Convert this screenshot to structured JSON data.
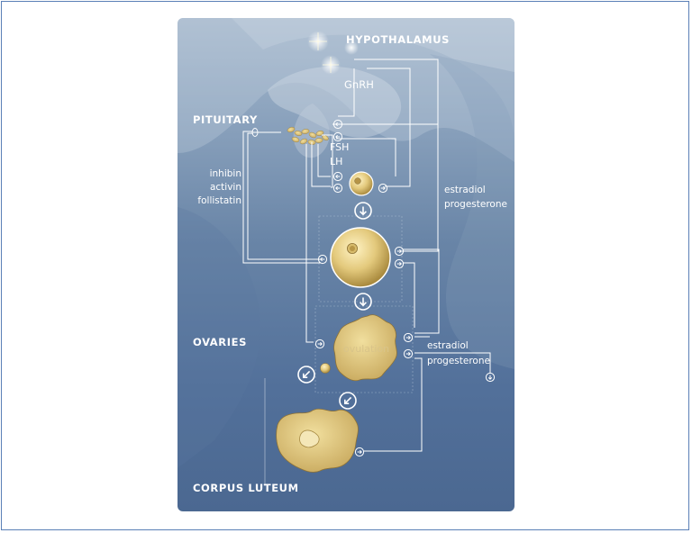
{
  "diagram": {
    "labels": {
      "hypothalamus": "HYPOTHALAMUS",
      "gnrh": "GnRH",
      "pituitary": "PITUITARY",
      "fsh": "FSH",
      "lh": "LH",
      "inhibin": "inhibin",
      "activin": "activin",
      "follistatin": "follistatin",
      "estradiol_1": "estradiol",
      "progesterone_1": "progesterone",
      "ovaries": "OVARIES",
      "ovulation": "ovulation",
      "estradiol_2": "estradiol",
      "progesterone_2": "progesterone",
      "corpus_luteum": "CORPUS LUTEUM"
    },
    "colors": {
      "panel_top": "#a7b9cd",
      "panel_bottom": "#4b6891",
      "follicle_gold": "#d8c07a",
      "line_white": "#ffffff",
      "frame_border": "#5a7fb6"
    },
    "icons": [
      "arrow-down-icon",
      "arrow-down-left-icon",
      "arrow-right-icon",
      "arrow-left-icon"
    ]
  }
}
